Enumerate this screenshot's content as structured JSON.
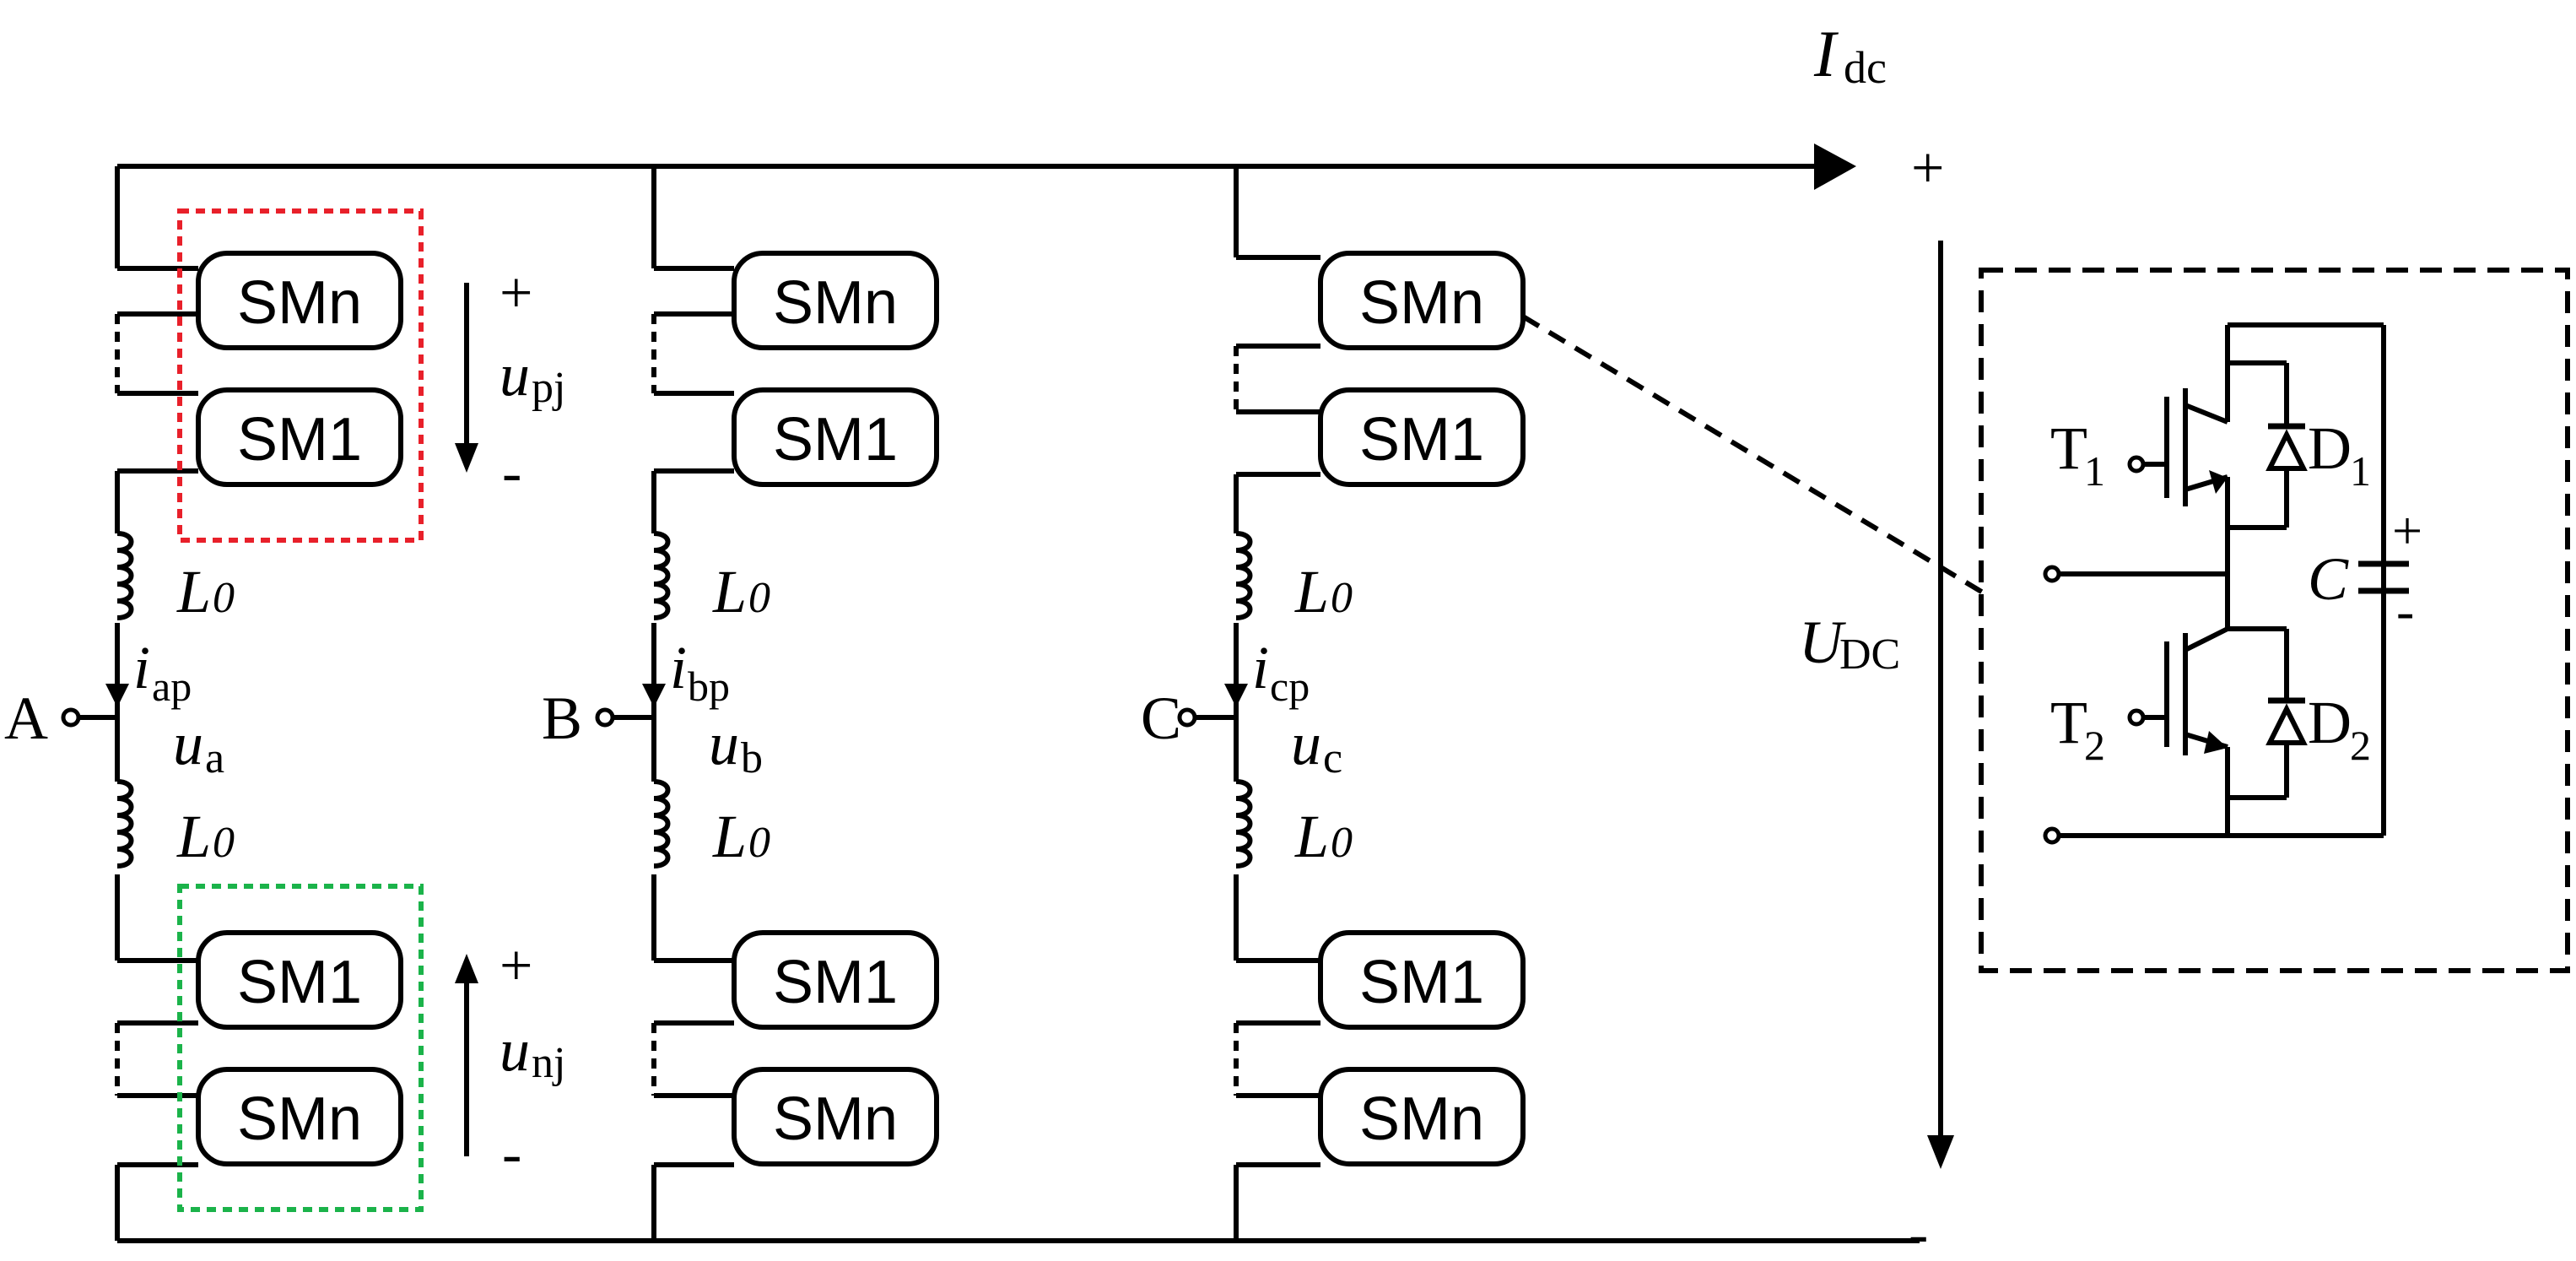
{
  "current": {
    "symbol": "I",
    "sub": "dc"
  },
  "dc_bus": {
    "plus": "+",
    "minus": "-",
    "voltage": {
      "symbol": "U",
      "sub": "DC"
    }
  },
  "submodules": {
    "top": "SMn",
    "upper": "SM1",
    "lower": "SM1",
    "bottom": "SMn"
  },
  "inductor": {
    "symbol": "L",
    "sub": "0"
  },
  "arm_voltages": {
    "upper": {
      "symbol": "u",
      "sub": "pj",
      "plus": "+",
      "minus": "-"
    },
    "lower": {
      "symbol": "u",
      "sub": "nj",
      "plus": "+",
      "minus": "-"
    }
  },
  "phases": [
    {
      "node": "A",
      "current": {
        "symbol": "i",
        "sub": "ap"
      },
      "voltage": {
        "symbol": "u",
        "sub": "a"
      }
    },
    {
      "node": "B",
      "current": {
        "symbol": "i",
        "sub": "bp"
      },
      "voltage": {
        "symbol": "u",
        "sub": "b"
      }
    },
    {
      "node": "C",
      "current": {
        "symbol": "i",
        "sub": "cp"
      },
      "voltage": {
        "symbol": "u",
        "sub": "c"
      }
    }
  ],
  "submodule_detail": {
    "t1": {
      "symbol": "T",
      "sub": "1"
    },
    "t2": {
      "symbol": "T",
      "sub": "2"
    },
    "d1": {
      "symbol": "D",
      "sub": "1"
    },
    "d2": {
      "symbol": "D",
      "sub": "2"
    },
    "cap": {
      "symbol": "C",
      "plus": "+",
      "minus": "-"
    }
  },
  "colors": {
    "upper_arm_box": "#e8202a",
    "lower_arm_box": "#1bb34a",
    "line": "#000000"
  }
}
